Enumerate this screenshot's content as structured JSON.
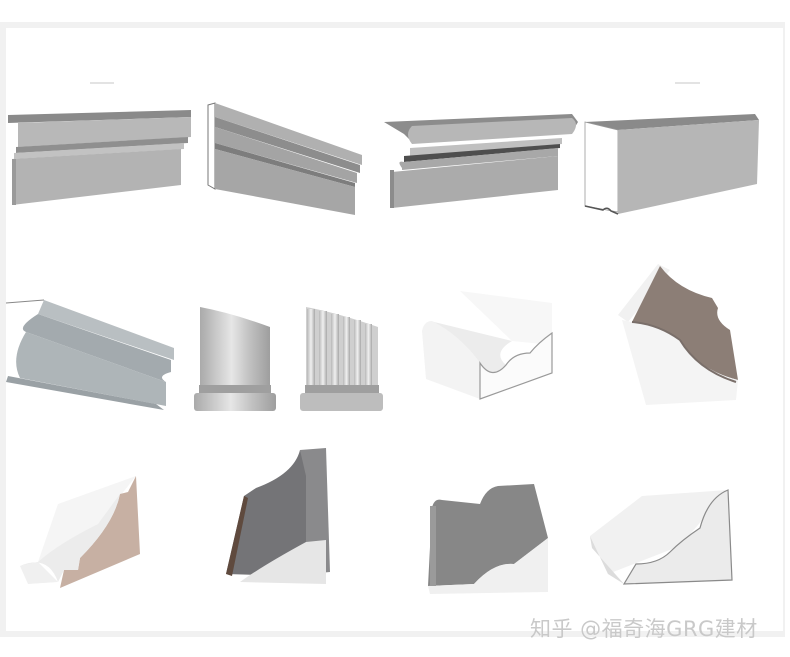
{
  "image": {
    "description": "Collage of GRG architectural moulding / cornice profile samples arranged in a 3-row grid",
    "background": "#ffffff",
    "frame_color": "#f1f1f1"
  },
  "watermark": {
    "text": "知乎 @福奇海GRG建材",
    "color": "#c9c9c9"
  },
  "rows": [
    {
      "label": "row-1",
      "items": [
        {
          "name": "stepped-cornice-gray",
          "color": "#b4b4b4"
        },
        {
          "name": "angled-trim-gray",
          "color": "#a8a8a8"
        },
        {
          "name": "rounded-lip-cornice-gray",
          "color": "#b0b0b0"
        },
        {
          "name": "rectangular-beam-gray",
          "color": "#b8b8b8"
        }
      ]
    },
    {
      "label": "row-2",
      "items": [
        {
          "name": "cove-cornice-blue-gray",
          "color": "#a9b0b4"
        },
        {
          "name": "smooth-column-base",
          "color": "#c4c4c4"
        },
        {
          "name": "fluted-column-base",
          "color": "#c8c8c8"
        },
        {
          "name": "white-profile-sample",
          "color": "#f2f2f2"
        },
        {
          "name": "brown-cove-cornice-sample",
          "color": "#8d7f78"
        }
      ]
    },
    {
      "label": "row-3",
      "items": [
        {
          "name": "white-cornice-tan-core",
          "color": "#c9b3a6"
        },
        {
          "name": "dark-gray-crown-moulding",
          "color": "#7c7c7e"
        },
        {
          "name": "gray-profile-white-core",
          "color": "#8c8c8c"
        },
        {
          "name": "white-stepped-cornice",
          "color": "#ededed"
        }
      ]
    }
  ]
}
